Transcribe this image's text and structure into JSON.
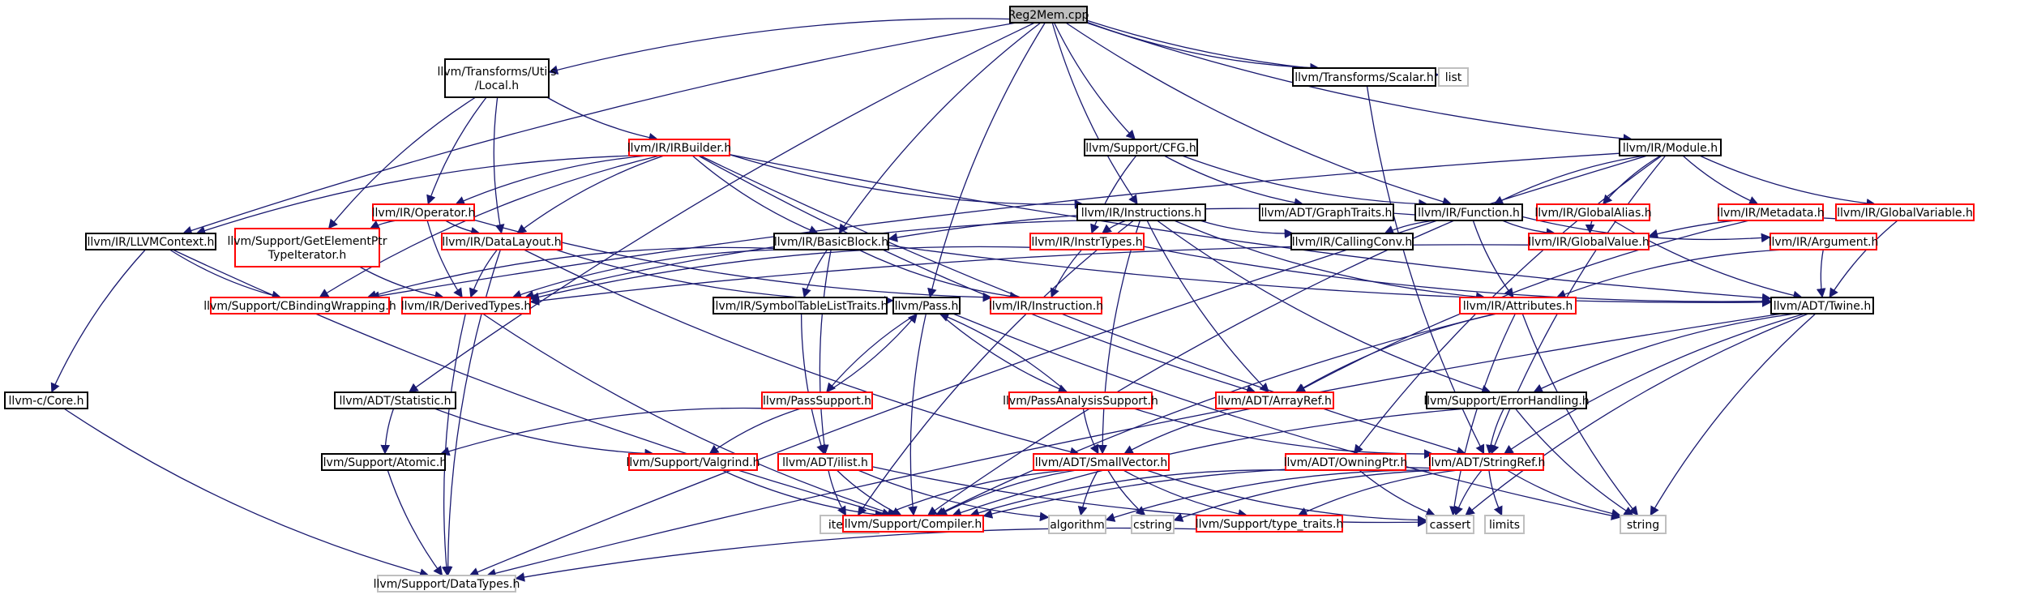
{
  "colors": {
    "edge": "#191970",
    "documented": "#000000",
    "truncated": "#ff0000",
    "external": "#bfbfbf",
    "root_fill": "#bfbfbf",
    "fill": "#ffffff",
    "text": "#000000"
  },
  "nodes": [
    {
      "id": "reg2mem",
      "lines": [
        "Reg2Mem.cpp"
      ],
      "kind": "root"
    },
    {
      "id": "transforms_local",
      "lines": [
        "llvm/Transforms/Utils",
        "/Local.h"
      ],
      "kind": "documented"
    },
    {
      "id": "transforms_scalar",
      "lines": [
        "llvm/Transforms/Scalar.h"
      ],
      "kind": "documented"
    },
    {
      "id": "list",
      "lines": [
        "list"
      ],
      "kind": "external"
    },
    {
      "id": "irbuilder",
      "lines": [
        "llvm/IR/IRBuilder.h"
      ],
      "kind": "truncated"
    },
    {
      "id": "cfg",
      "lines": [
        "llvm/Support/CFG.h"
      ],
      "kind": "documented"
    },
    {
      "id": "module",
      "lines": [
        "llvm/IR/Module.h"
      ],
      "kind": "documented"
    },
    {
      "id": "operator",
      "lines": [
        "llvm/IR/Operator.h"
      ],
      "kind": "truncated"
    },
    {
      "id": "instructions",
      "lines": [
        "llvm/IR/Instructions.h"
      ],
      "kind": "documented"
    },
    {
      "id": "graphtraits",
      "lines": [
        "llvm/ADT/GraphTraits.h"
      ],
      "kind": "documented"
    },
    {
      "id": "function",
      "lines": [
        "llvm/IR/Function.h"
      ],
      "kind": "documented"
    },
    {
      "id": "globalalias",
      "lines": [
        "llvm/IR/GlobalAlias.h"
      ],
      "kind": "truncated"
    },
    {
      "id": "metadata",
      "lines": [
        "llvm/IR/Metadata.h"
      ],
      "kind": "truncated"
    },
    {
      "id": "globalvariable",
      "lines": [
        "llvm/IR/GlobalVariable.h"
      ],
      "kind": "truncated"
    },
    {
      "id": "llvmcontext",
      "lines": [
        "llvm/IR/LLVMContext.h"
      ],
      "kind": "documented"
    },
    {
      "id": "getelementptr",
      "lines": [
        "llvm/Support/GetElementPtr",
        "TypeIterator.h"
      ],
      "kind": "truncated"
    },
    {
      "id": "datalayout",
      "lines": [
        "llvm/IR/DataLayout.h"
      ],
      "kind": "truncated"
    },
    {
      "id": "basicblock",
      "lines": [
        "llvm/IR/BasicBlock.h"
      ],
      "kind": "documented"
    },
    {
      "id": "instrtypes",
      "lines": [
        "llvm/IR/InstrTypes.h"
      ],
      "kind": "truncated"
    },
    {
      "id": "callingconv",
      "lines": [
        "llvm/IR/CallingConv.h"
      ],
      "kind": "documented"
    },
    {
      "id": "globalvalue",
      "lines": [
        "llvm/IR/GlobalValue.h"
      ],
      "kind": "truncated"
    },
    {
      "id": "argument",
      "lines": [
        "llvm/IR/Argument.h"
      ],
      "kind": "truncated"
    },
    {
      "id": "cbinding",
      "lines": [
        "llvm/Support/CBindingWrapping.h"
      ],
      "kind": "truncated"
    },
    {
      "id": "derivedtypes",
      "lines": [
        "llvm/IR/DerivedTypes.h"
      ],
      "kind": "truncated"
    },
    {
      "id": "symboltable",
      "lines": [
        "llvm/IR/SymbolTableListTraits.h"
      ],
      "kind": "documented"
    },
    {
      "id": "pass",
      "lines": [
        "llvm/Pass.h"
      ],
      "kind": "documented"
    },
    {
      "id": "instruction",
      "lines": [
        "llvm/IR/Instruction.h"
      ],
      "kind": "truncated"
    },
    {
      "id": "attributes",
      "lines": [
        "llvm/IR/Attributes.h"
      ],
      "kind": "truncated"
    },
    {
      "id": "twine",
      "lines": [
        "llvm/ADT/Twine.h"
      ],
      "kind": "documented"
    },
    {
      "id": "core",
      "lines": [
        "llvm-c/Core.h"
      ],
      "kind": "documented"
    },
    {
      "id": "statistic",
      "lines": [
        "llvm/ADT/Statistic.h"
      ],
      "kind": "documented"
    },
    {
      "id": "passsupport",
      "lines": [
        "llvm/PassSupport.h"
      ],
      "kind": "truncated"
    },
    {
      "id": "passanalysis",
      "lines": [
        "llvm/PassAnalysisSupport.h"
      ],
      "kind": "truncated"
    },
    {
      "id": "arrayref",
      "lines": [
        "llvm/ADT/ArrayRef.h"
      ],
      "kind": "truncated"
    },
    {
      "id": "errorhandling",
      "lines": [
        "llvm/Support/ErrorHandling.h"
      ],
      "kind": "documented"
    },
    {
      "id": "atomic",
      "lines": [
        "llvm/Support/Atomic.h"
      ],
      "kind": "documented"
    },
    {
      "id": "valgrind",
      "lines": [
        "llvm/Support/Valgrind.h"
      ],
      "kind": "truncated"
    },
    {
      "id": "ilist",
      "lines": [
        "llvm/ADT/ilist.h"
      ],
      "kind": "truncated"
    },
    {
      "id": "smallvector",
      "lines": [
        "llvm/ADT/SmallVector.h"
      ],
      "kind": "truncated"
    },
    {
      "id": "owningptr",
      "lines": [
        "llvm/ADT/OwningPtr.h"
      ],
      "kind": "truncated"
    },
    {
      "id": "stringref",
      "lines": [
        "llvm/ADT/StringRef.h"
      ],
      "kind": "truncated"
    },
    {
      "id": "iterator",
      "lines": [
        "iterator"
      ],
      "kind": "external"
    },
    {
      "id": "compiler",
      "lines": [
        "llvm/Support/Compiler.h"
      ],
      "kind": "truncated"
    },
    {
      "id": "algorithm",
      "lines": [
        "algorithm"
      ],
      "kind": "external"
    },
    {
      "id": "cstring",
      "lines": [
        "cstring"
      ],
      "kind": "external"
    },
    {
      "id": "typetraits",
      "lines": [
        "llvm/Support/type_traits.h"
      ],
      "kind": "truncated"
    },
    {
      "id": "cassert",
      "lines": [
        "cassert"
      ],
      "kind": "external"
    },
    {
      "id": "limits",
      "lines": [
        "limits"
      ],
      "kind": "external"
    },
    {
      "id": "string",
      "lines": [
        "string"
      ],
      "kind": "external"
    },
    {
      "id": "datatypes",
      "lines": [
        "llvm/Support/DataTypes.h"
      ],
      "kind": "external"
    }
  ],
  "edges": [
    [
      "reg2mem",
      "transforms_local"
    ],
    [
      "reg2mem",
      "transforms_scalar"
    ],
    [
      "reg2mem",
      "list"
    ],
    [
      "reg2mem",
      "cfg"
    ],
    [
      "reg2mem",
      "module"
    ],
    [
      "reg2mem",
      "instructions"
    ],
    [
      "reg2mem",
      "function"
    ],
    [
      "reg2mem",
      "llvmcontext"
    ],
    [
      "reg2mem",
      "basicblock"
    ],
    [
      "reg2mem",
      "pass"
    ],
    [
      "reg2mem",
      "statistic"
    ],
    [
      "transforms_local",
      "irbuilder"
    ],
    [
      "transforms_local",
      "operator"
    ],
    [
      "transforms_local",
      "getelementptr"
    ],
    [
      "transforms_local",
      "datalayout"
    ],
    [
      "transforms_scalar",
      "stringref"
    ],
    [
      "irbuilder",
      "operator"
    ],
    [
      "irbuilder",
      "instructions"
    ],
    [
      "irbuilder",
      "llvmcontext"
    ],
    [
      "irbuilder",
      "datalayout"
    ],
    [
      "irbuilder",
      "basicblock"
    ],
    [
      "irbuilder",
      "cbinding"
    ],
    [
      "irbuilder",
      "twine"
    ],
    [
      "irbuilder",
      "arrayref"
    ],
    [
      "irbuilder",
      "stringref"
    ],
    [
      "cfg",
      "function"
    ],
    [
      "cfg",
      "graphtraits"
    ],
    [
      "cfg",
      "instrtypes"
    ],
    [
      "module",
      "function"
    ],
    [
      "module",
      "globalalias"
    ],
    [
      "module",
      "metadata"
    ],
    [
      "module",
      "globalvariable"
    ],
    [
      "module",
      "cbinding"
    ],
    [
      "module",
      "datatypes"
    ],
    [
      "module",
      "owningptr"
    ],
    [
      "module",
      "stringref"
    ],
    [
      "operator",
      "getelementptr"
    ],
    [
      "operator",
      "datalayout"
    ],
    [
      "operator",
      "derivedtypes"
    ],
    [
      "operator",
      "instruction"
    ],
    [
      "instructions",
      "instrtypes"
    ],
    [
      "instructions",
      "callingconv"
    ],
    [
      "instructions",
      "attributes"
    ],
    [
      "instructions",
      "derivedtypes"
    ],
    [
      "instructions",
      "arrayref"
    ],
    [
      "instructions",
      "smallvector"
    ],
    [
      "instructions",
      "errorhandling"
    ],
    [
      "instructions",
      "iterator"
    ],
    [
      "function",
      "basicblock"
    ],
    [
      "function",
      "argument"
    ],
    [
      "function",
      "callingconv"
    ],
    [
      "function",
      "attributes"
    ],
    [
      "function",
      "globalvalue"
    ],
    [
      "function",
      "compiler"
    ],
    [
      "globalalias",
      "globalvalue"
    ],
    [
      "globalalias",
      "twine"
    ],
    [
      "metadata",
      "arrayref"
    ],
    [
      "globalvariable",
      "globalvalue"
    ],
    [
      "globalvariable",
      "twine"
    ],
    [
      "llvmcontext",
      "cbinding"
    ],
    [
      "llvmcontext",
      "compiler"
    ],
    [
      "llvmcontext",
      "core"
    ],
    [
      "getelementptr",
      "derivedtypes"
    ],
    [
      "datalayout",
      "derivedtypes"
    ],
    [
      "datalayout",
      "pass"
    ],
    [
      "datalayout",
      "smallvector"
    ],
    [
      "datalayout",
      "datatypes"
    ],
    [
      "basicblock",
      "instruction"
    ],
    [
      "basicblock",
      "symboltable"
    ],
    [
      "basicblock",
      "twine"
    ],
    [
      "basicblock",
      "ilist"
    ],
    [
      "basicblock",
      "derivedtypes"
    ],
    [
      "basicblock",
      "cbinding"
    ],
    [
      "instrtypes",
      "instruction"
    ],
    [
      "instrtypes",
      "derivedtypes"
    ],
    [
      "instrtypes",
      "twine"
    ],
    [
      "globalvalue",
      "derivedtypes"
    ],
    [
      "argument",
      "attributes"
    ],
    [
      "argument",
      "twine"
    ],
    [
      "derivedtypes",
      "compiler"
    ],
    [
      "derivedtypes",
      "datatypes"
    ],
    [
      "symboltable",
      "ilist"
    ],
    [
      "pass",
      "passsupport"
    ],
    [
      "pass",
      "passanalysis"
    ],
    [
      "pass",
      "string"
    ],
    [
      "pass",
      "compiler"
    ],
    [
      "passsupport",
      "pass"
    ],
    [
      "passsupport",
      "atomic"
    ],
    [
      "passsupport",
      "valgrind"
    ],
    [
      "passanalysis",
      "pass"
    ],
    [
      "passanalysis",
      "smallvector"
    ],
    [
      "passanalysis",
      "stringref"
    ],
    [
      "attributes",
      "arrayref"
    ],
    [
      "attributes",
      "compiler"
    ],
    [
      "attributes",
      "cassert"
    ],
    [
      "attributes",
      "string"
    ],
    [
      "twine",
      "stringref"
    ],
    [
      "twine",
      "errorhandling"
    ],
    [
      "twine",
      "string"
    ],
    [
      "twine",
      "datatypes"
    ],
    [
      "twine",
      "cassert"
    ],
    [
      "core",
      "datatypes"
    ],
    [
      "statistic",
      "atomic"
    ],
    [
      "statistic",
      "valgrind"
    ],
    [
      "arrayref",
      "smallvector"
    ],
    [
      "errorhandling",
      "stringref"
    ],
    [
      "errorhandling",
      "compiler"
    ],
    [
      "errorhandling",
      "string"
    ],
    [
      "atomic",
      "datatypes"
    ],
    [
      "valgrind",
      "compiler"
    ],
    [
      "ilist",
      "iterator"
    ],
    [
      "ilist",
      "compiler"
    ],
    [
      "ilist",
      "algorithm"
    ],
    [
      "ilist",
      "cassert"
    ],
    [
      "smallvector",
      "compiler"
    ],
    [
      "smallvector",
      "typetraits"
    ],
    [
      "smallvector",
      "algorithm"
    ],
    [
      "smallvector",
      "cstring"
    ],
    [
      "smallvector",
      "cassert"
    ],
    [
      "smallvector",
      "iterator"
    ],
    [
      "owningptr",
      "compiler"
    ],
    [
      "owningptr",
      "cassert"
    ],
    [
      "stringref",
      "compiler"
    ],
    [
      "stringref",
      "typetraits"
    ],
    [
      "stringref",
      "algorithm"
    ],
    [
      "stringref",
      "cstring"
    ],
    [
      "stringref",
      "cassert"
    ],
    [
      "stringref",
      "limits"
    ],
    [
      "stringref",
      "string"
    ],
    [
      "typetraits",
      "datatypes"
    ]
  ]
}
